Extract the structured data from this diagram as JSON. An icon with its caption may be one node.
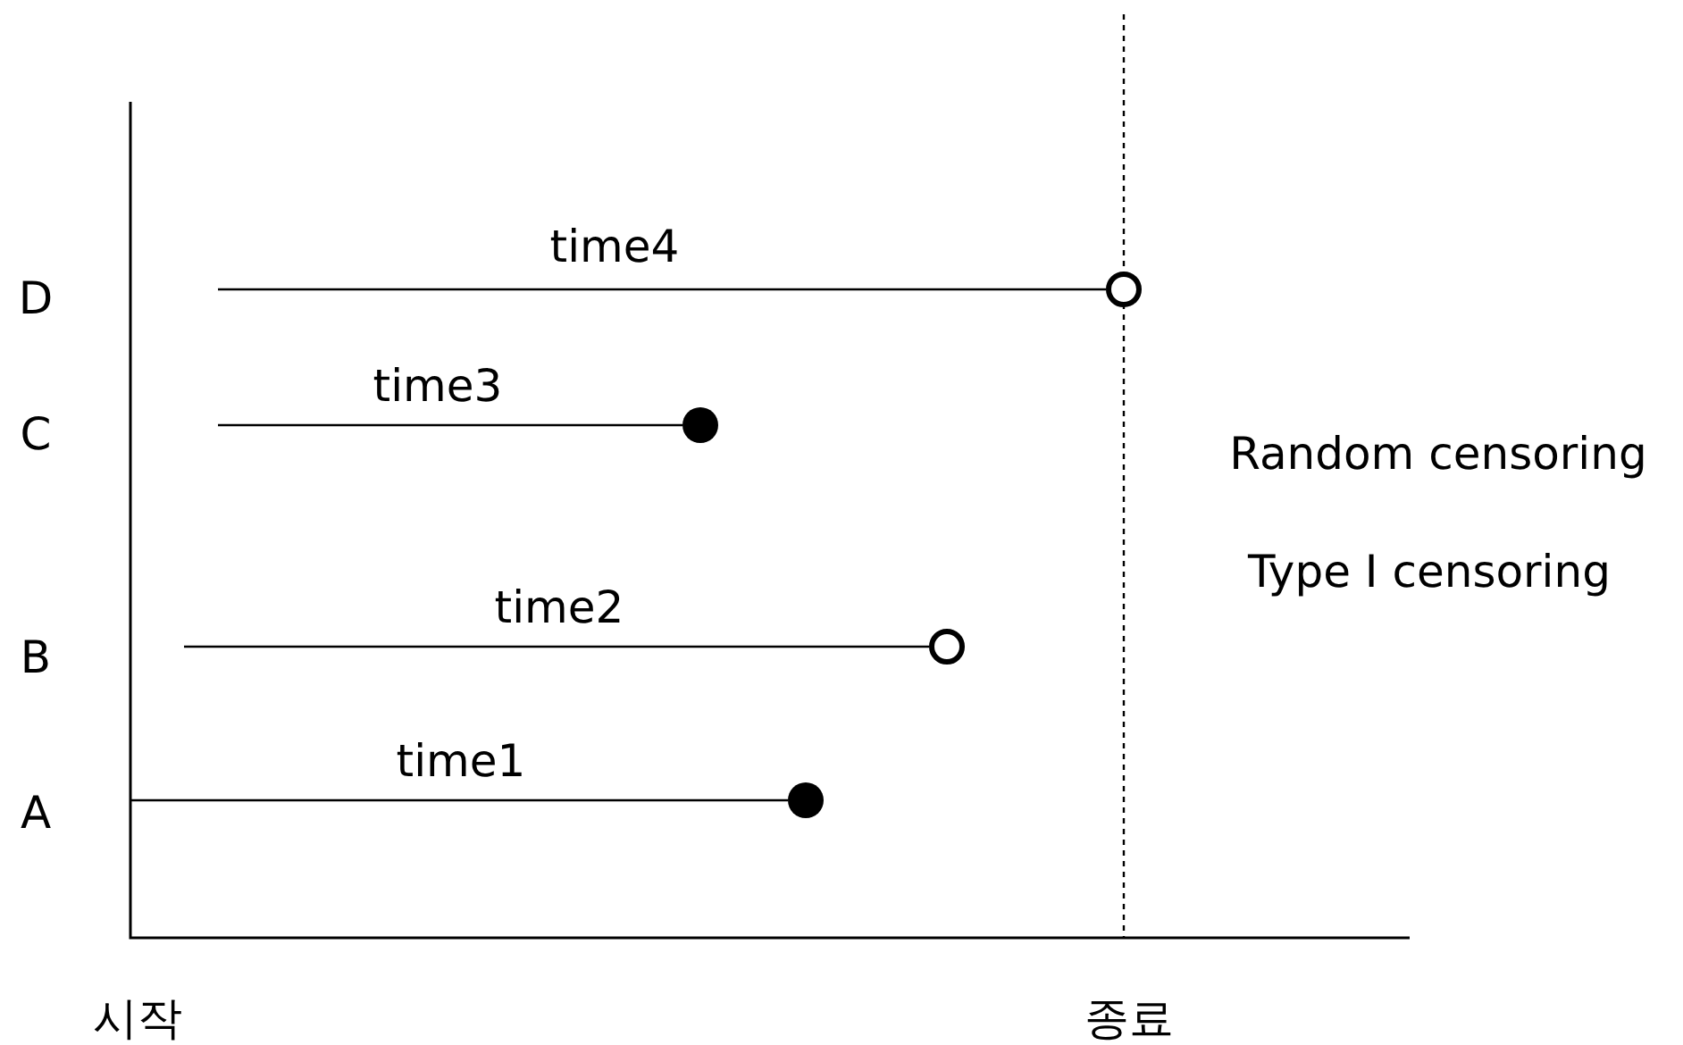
{
  "diagram": {
    "nodes": [
      {
        "text": [],
        "shape": "circle"
      },
      {
        "text": [],
        "shape": "dot"
      },
      {
        "text": [],
        "shape": "circle"
      },
      {
        "text": [],
        "shape": "dot"
      }
    ],
    "edges": [
      {
        "from": null,
        "to": 0,
        "arrow": "none",
        "label": "time4"
      },
      {
        "from": null,
        "to": 1,
        "arrow": "none",
        "label": "time3"
      },
      {
        "from": null,
        "to": 2,
        "arrow": "none",
        "label": "time2"
      },
      {
        "from": null,
        "to": 3,
        "arrow": "none",
        "label": "time1"
      }
    ],
    "labels": [
      "D",
      "C",
      "B",
      "A",
      "Random censoring",
      "Type I censoring",
      "시작",
      "종료"
    ]
  }
}
